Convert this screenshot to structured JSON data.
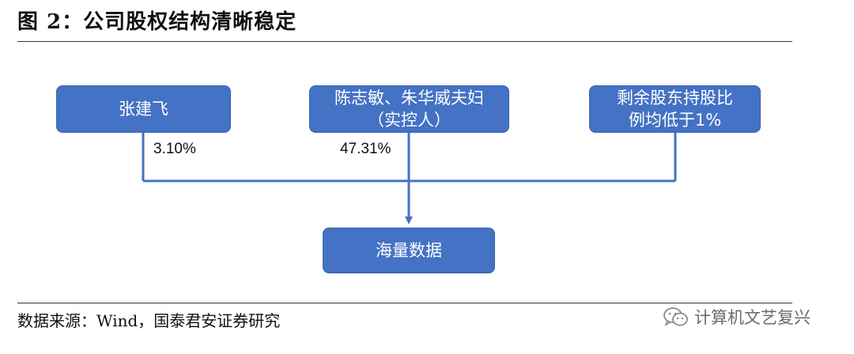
{
  "figure": {
    "title": "图 2：公司股权结构清晰稳定"
  },
  "diagram": {
    "shareholders": [
      {
        "lines": [
          "张建飞"
        ],
        "stake": "3.10%"
      },
      {
        "lines": [
          "陈志敏、朱华威夫妇",
          "（实控人）"
        ],
        "stake": "47.31%"
      },
      {
        "lines": [
          "剩余股东持股比",
          "例均低于1%"
        ],
        "stake": ""
      }
    ],
    "company": {
      "label": "海量数据"
    },
    "colors": {
      "node_fill": "#4472c4",
      "connector": "#4472c4",
      "node_text": "#ffffff"
    }
  },
  "footer": {
    "source": "数据来源：Wind，国泰君安证券研究",
    "watermark": "计算机文艺复兴",
    "watermark_icon": "wechat-icon"
  }
}
